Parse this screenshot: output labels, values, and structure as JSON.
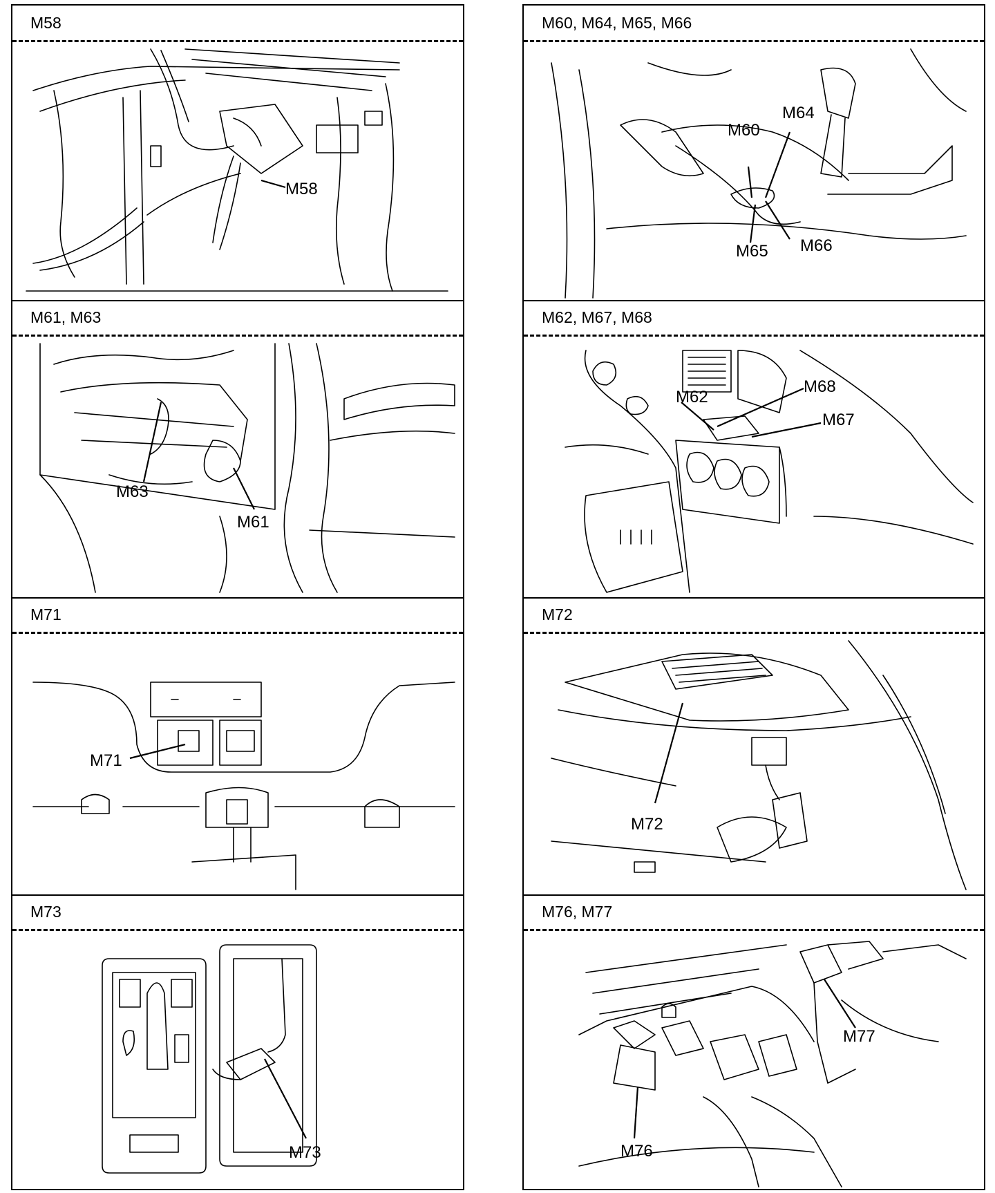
{
  "panels": {
    "m58": {
      "title": "M58",
      "callouts": [
        "M58"
      ]
    },
    "m60": {
      "title": "M60, M64, M65, M66",
      "callouts": [
        "M60",
        "M64",
        "M65",
        "M66"
      ]
    },
    "m61": {
      "title": "M61, M63",
      "callouts": [
        "M63",
        "M61"
      ]
    },
    "m62": {
      "title": "M62, M67, M68",
      "callouts": [
        "M68",
        "M62",
        "M67"
      ]
    },
    "m71": {
      "title": "M71",
      "callouts": [
        "M71"
      ]
    },
    "m72": {
      "title": "M72",
      "callouts": [
        "M72"
      ]
    },
    "m73": {
      "title": "M73",
      "callouts": [
        "M73"
      ]
    },
    "m76": {
      "title": "M76, M77",
      "callouts": [
        "M77",
        "M76"
      ]
    }
  }
}
